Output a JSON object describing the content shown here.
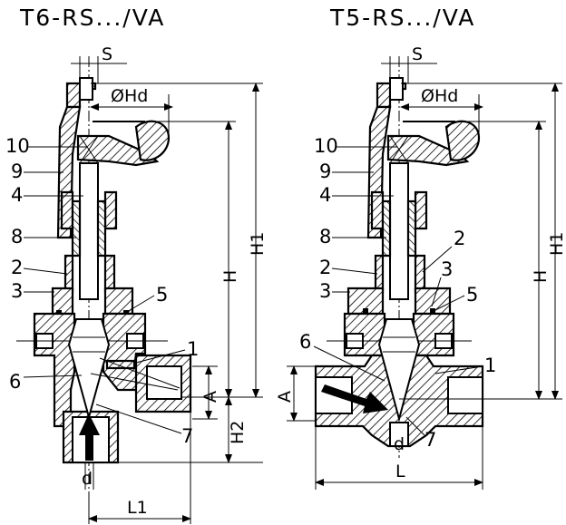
{
  "left_view": {
    "title": "T6-RS.../VA",
    "labels": {
      "s": "S",
      "hd": "ØHd",
      "n10": "10",
      "n9": "9",
      "n4": "4",
      "n8": "8",
      "n2": "2",
      "n3": "3",
      "n5": "5",
      "n1": "1",
      "n6": "6",
      "n7": "7",
      "h": "H",
      "h1": "H1",
      "h2": "H2",
      "a": "A",
      "d": "d",
      "l1": "L1"
    }
  },
  "right_view": {
    "title": "T5-RS.../VA",
    "labels": {
      "s": "S",
      "hd": "ØHd",
      "n10": "10",
      "n9": "9",
      "n4": "4",
      "n8": "8",
      "n2": "2",
      "n3": "3",
      "n5": "5",
      "n6": "6",
      "n1": "1",
      "n7": "7",
      "h": "H",
      "h1": "H1",
      "a": "A",
      "d": "d",
      "l": "L"
    }
  },
  "colors": {
    "line": "#000000",
    "background": "#ffffff"
  }
}
